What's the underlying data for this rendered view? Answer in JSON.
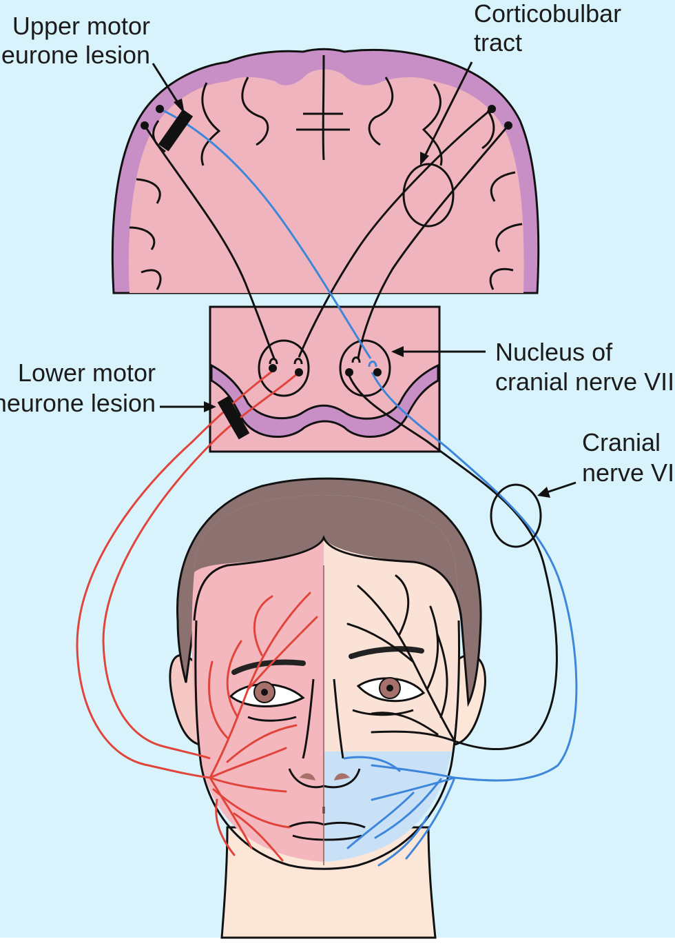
{
  "labels": {
    "upper_motor_line1": "Upper motor",
    "upper_motor_line2": "neurone lesion",
    "corticobulbar_line1": "Corticobulbar",
    "corticobulbar_line2": "tract",
    "lower_motor_line1": "Lower motor",
    "lower_motor_line2": "neurone lesion",
    "nucleus_line1": "Nucleus of",
    "nucleus_line2": "cranial nerve VII",
    "cranial_line1": "Cranial",
    "cranial_line2": "nerve VII"
  },
  "colors": {
    "background": "#d8f3fb",
    "cortex_grey_matter": "#c78fc6",
    "brain_white_matter": "#f0b4be",
    "outline": "#111111",
    "lesion_nerve_red": "#e0443a",
    "upper_face_nerve_blue": "#3d86d9",
    "face_left_pink": "#f3b7bd",
    "face_right_peach": "#fbe2d6",
    "lower_face_blue": "#c9e1f7",
    "hair": "#8b7270",
    "skin": "#fbe6d8"
  }
}
